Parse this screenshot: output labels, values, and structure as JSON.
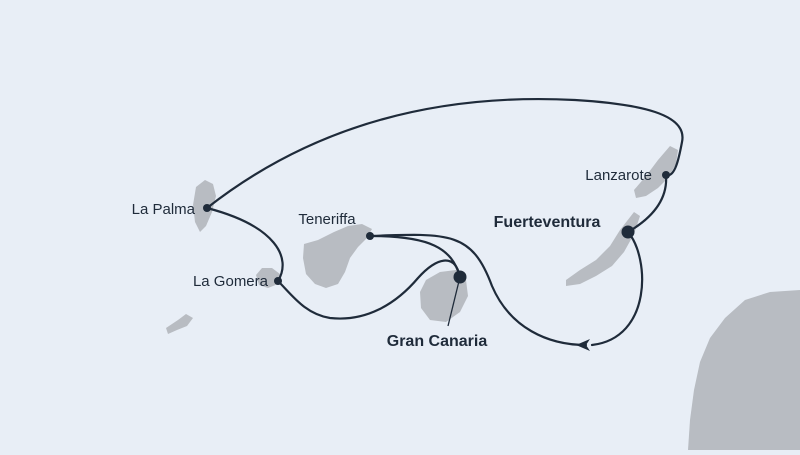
{
  "map": {
    "colors": {
      "sea": "#e8eef6",
      "land": "#b8bcc2",
      "route": "#1f2b3a",
      "text": "#1f2b3a"
    },
    "ports": [
      {
        "name": "La Palma",
        "emphasis": false
      },
      {
        "name": "La Gomera",
        "emphasis": false
      },
      {
        "name": "Teneriffa",
        "emphasis": false
      },
      {
        "name": "Gran Canaria",
        "emphasis": true
      },
      {
        "name": "Fuerteventura",
        "emphasis": true
      },
      {
        "name": "Lanzarote",
        "emphasis": false
      }
    ]
  }
}
